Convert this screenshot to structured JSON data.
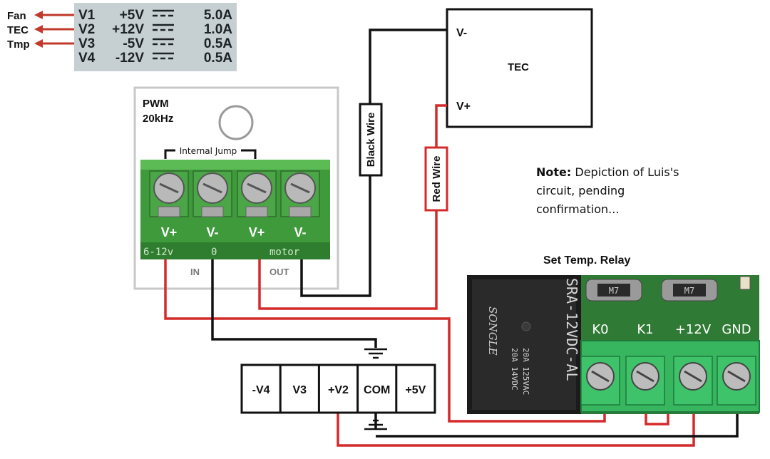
{
  "psu_label": {
    "rows": [
      {
        "arrow": "Fan",
        "channel": "V1",
        "voltage": "+5V",
        "current": "5.0A"
      },
      {
        "arrow": "TEC",
        "channel": "V2",
        "voltage": "+12V",
        "current": "1.0A"
      },
      {
        "arrow": "Tmp",
        "channel": "V3",
        "voltage": "-5V",
        "current": "0.5A"
      },
      {
        "arrow": "",
        "channel": "V4",
        "voltage": "-12V",
        "current": "0.5A"
      }
    ]
  },
  "pwm": {
    "title_line1": "PWM",
    "title_line2": "20kHz",
    "jumper_label": "Internal Jump",
    "terminals": [
      "V+",
      "V-",
      "V+",
      "V-"
    ],
    "silk_left": "6-12v",
    "silk_mid": "0",
    "silk_right": "motor",
    "in_label": "IN",
    "out_label": "OUT"
  },
  "tec": {
    "title": "TEC",
    "pin_neg": "V-",
    "pin_pos": "V+"
  },
  "wires": {
    "black_label": "Black Wire",
    "red_label": "Red Wire",
    "red_color": "#d42a2a",
    "black_color": "#111111"
  },
  "note": {
    "prefix": "Note:",
    "text": "Depiction of Luis's circuit, pending confirmation..."
  },
  "relay": {
    "title": "Set Temp. Relay",
    "model": "SRA-12VDC-AL",
    "brand": "SONGLE",
    "rating1": "20A 14VDC",
    "rating2": "20A 125VAC",
    "fuse1": "M7",
    "fuse2": "M7",
    "terminals": [
      "K0",
      "K1",
      "+12V",
      "GND"
    ]
  },
  "psu_terminals": [
    "-V4",
    "V3",
    "+V2",
    "COM",
    "+5V"
  ]
}
